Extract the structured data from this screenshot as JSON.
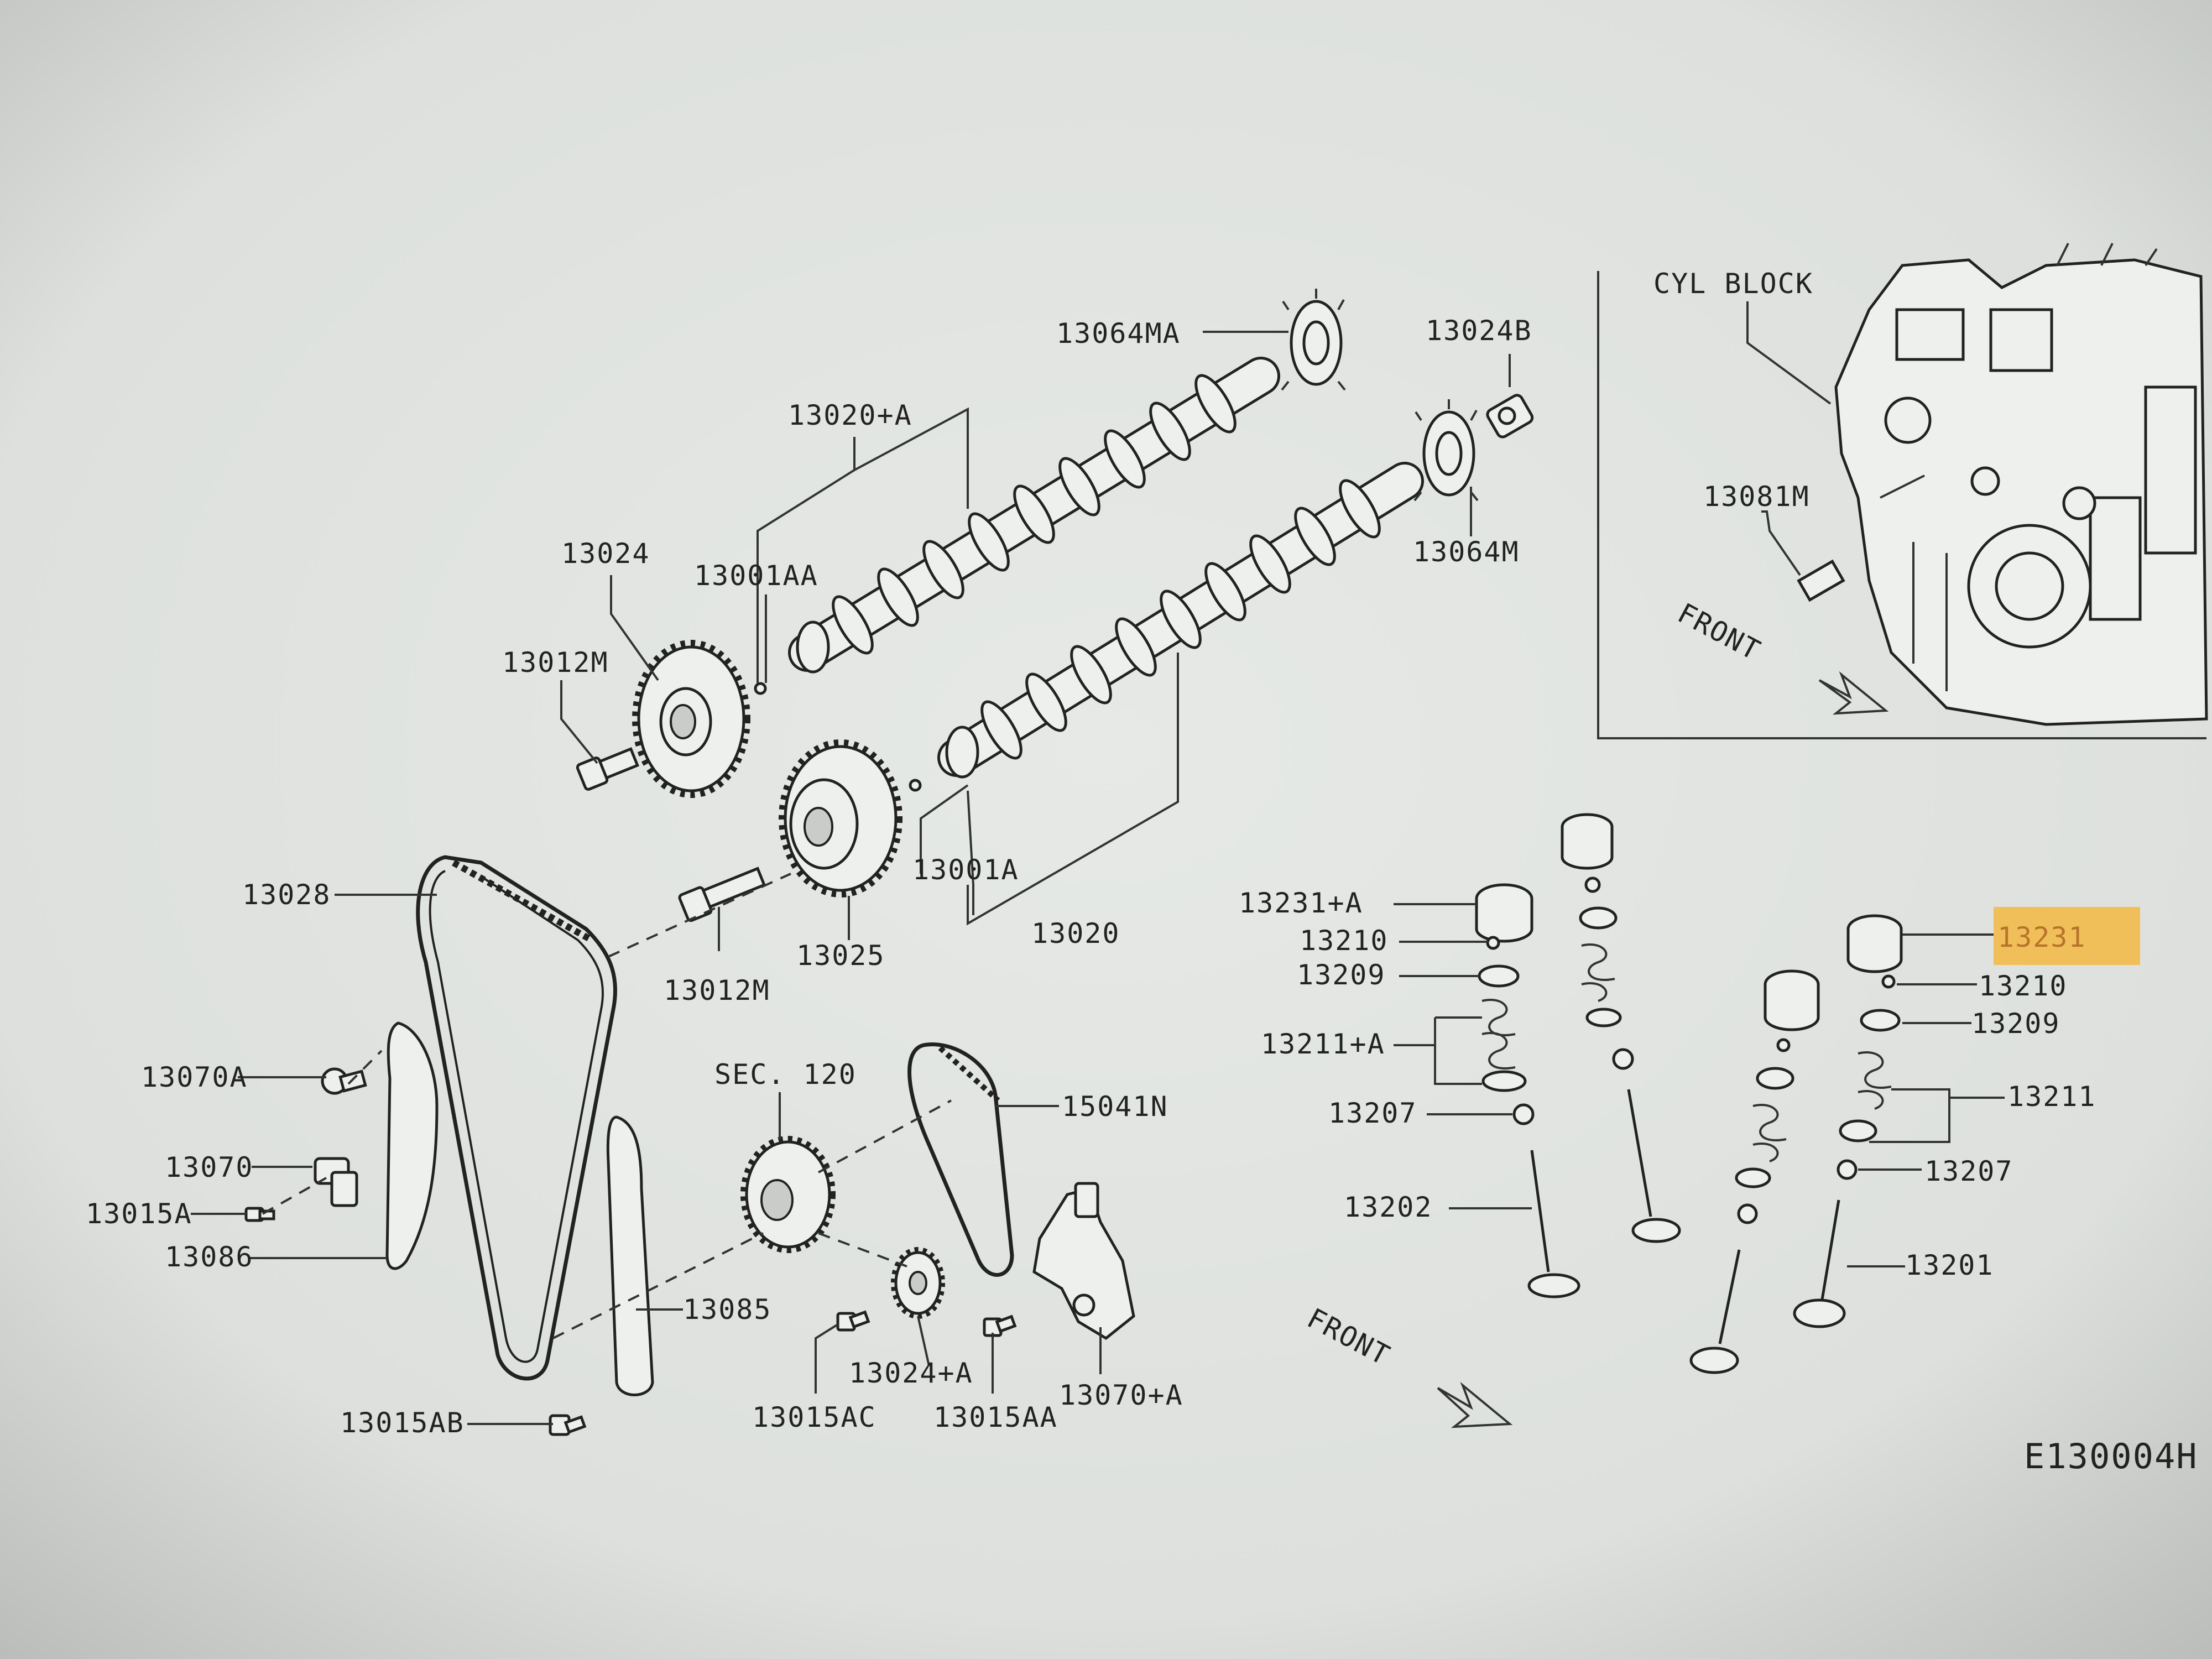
{
  "diagram": {
    "ref_code": "E130004H",
    "inset_title": "CYL BLOCK",
    "front_label": "FRONT",
    "highlight_color": "#f4b942",
    "paper_color": "#e3e6e3",
    "parts": {
      "p13064MA": "13064MA",
      "p13024B": "13024B",
      "p13020A": "13020+A",
      "p13024": "13024",
      "p13001AA": "13001AA",
      "p13064M": "13064M",
      "p13012M_top": "13012M",
      "p13028": "13028",
      "p13001A": "13001A",
      "p13025": "13025",
      "p13020": "13020",
      "p13012M_bot": "13012M",
      "p13081M": "13081M",
      "p13231A": "13231+A",
      "p13210_l": "13210",
      "p13209_l": "13209",
      "p13211A": "13211+A",
      "p13207_l": "13207",
      "p13202": "13202",
      "p13231": "13231",
      "p13210_r": "13210",
      "p13209_r": "13209",
      "p13211": "13211",
      "p13207_r": "13207",
      "p13201": "13201",
      "p13070A": "13070A",
      "p13070": "13070",
      "p13015A": "13015A",
      "p13086": "13086",
      "p13085": "13085",
      "sec120": "SEC. 120",
      "p15041N": "15041N",
      "p13024A": "13024+A",
      "p13015AC": "13015AC",
      "p13015AA": "13015AA",
      "p13070A2": "13070+A",
      "p13015AB": "13015AB"
    }
  }
}
